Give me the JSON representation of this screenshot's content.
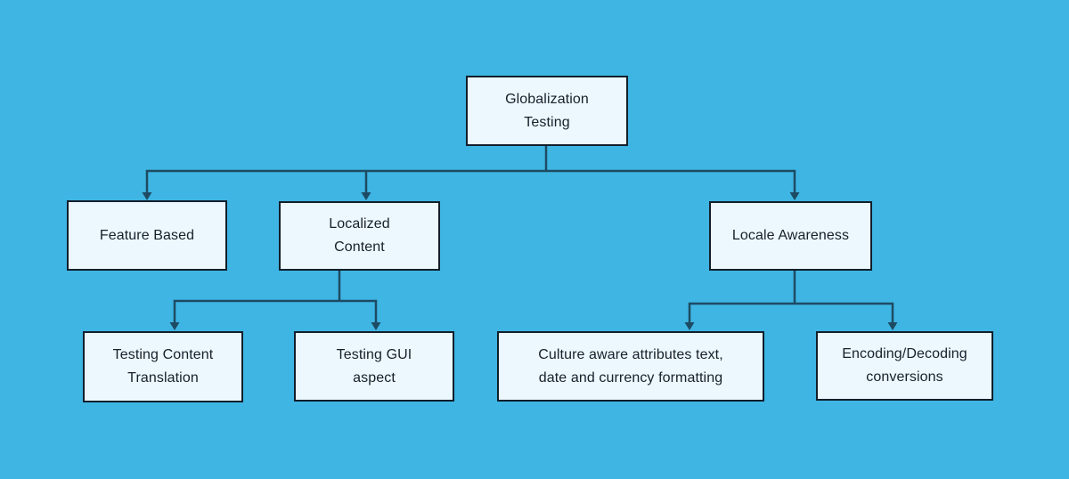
{
  "diagram": {
    "title": "Globalization Testing",
    "type": "flowchart-tree",
    "colors": {
      "background": "#3EB5E3",
      "node_fill": "#ECF8FD",
      "node_border": "#121F2C",
      "connector": "#1D4B63",
      "text": "#17202B"
    },
    "nodes": {
      "root": {
        "label": "Globalization\nTesting"
      },
      "feature_based": {
        "label": "Feature Based"
      },
      "localized_content": {
        "label": "Localized\nContent"
      },
      "locale_awareness": {
        "label": "Locale Awareness"
      },
      "testing_content_translation": {
        "label": "Testing Content\nTranslation"
      },
      "testing_gui_aspect": {
        "label": "Testing GUI\naspect"
      },
      "culture_aware_attributes": {
        "label": "Culture aware attributes text,\ndate and currency formatting"
      },
      "encoding_decoding": {
        "label": "Encoding/Decoding\nconversions"
      }
    },
    "edges": [
      {
        "from": "root",
        "to": "feature_based"
      },
      {
        "from": "root",
        "to": "localized_content"
      },
      {
        "from": "root",
        "to": "locale_awareness"
      },
      {
        "from": "localized_content",
        "to": "testing_content_translation"
      },
      {
        "from": "localized_content",
        "to": "testing_gui_aspect"
      },
      {
        "from": "locale_awareness",
        "to": "culture_aware_attributes"
      },
      {
        "from": "locale_awareness",
        "to": "encoding_decoding"
      }
    ]
  }
}
